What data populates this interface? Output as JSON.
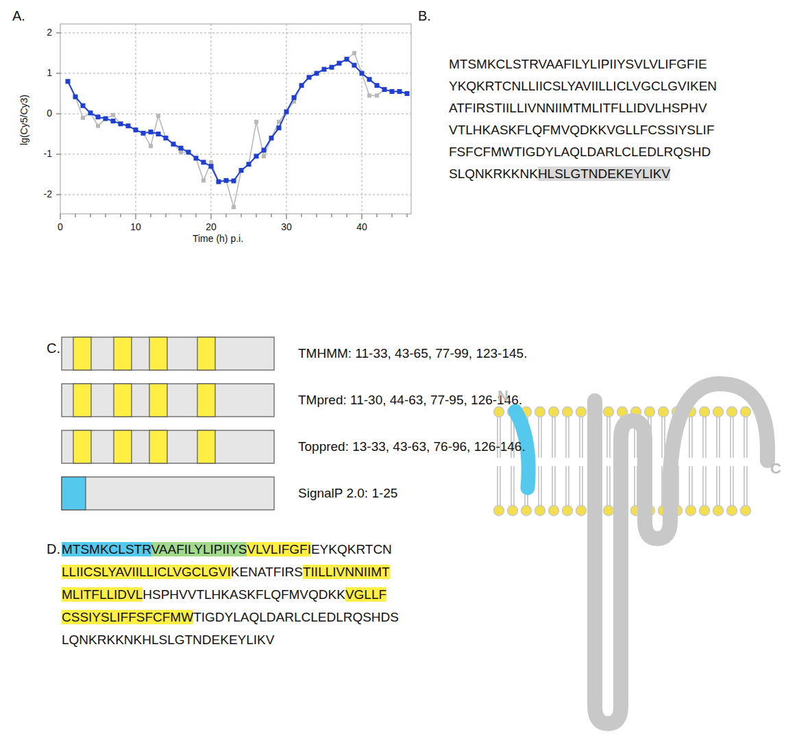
{
  "diagram": {
    "labels": [
      "A.",
      "lg(Cy5/Cy3)",
      "2",
      "1",
      "0",
      "-1",
      "-2",
      "0",
      "10",
      "20",
      "30",
      "40",
      "Time (h) p.i.",
      "B.",
      "MTSMKCLSTRVAAFILYLIPIIYSVLVLIFGFIE",
      "YKQKRTCNLLIICSLYAVIILLICLVGCLGVIKEN",
      "ATFIRSTIILLIVNNIIMTMLITFLLIDVLHSPHV",
      "VTLHKASKFLQFMVQDKKVGLLFCSSIYSLIF",
      "FSFCFMWTIGDYLAQLDARLCLEDLRQSHD",
      "SLQNKRKKNK",
      "HLSLGTNDEKEYLIKV",
      "C.",
      "TMHMM: 11-33, 43-65, 77-99, 123-145.",
      "TMpred: 11-30, 44-63, 77-95, 126-146.",
      "Toppred: 13-33, 43-63, 76-96, 126-146.",
      "SignalP 2.0: 1-25",
      "D.",
      "MTSMKCLSTR",
      "VAAFILYLIPIIYS",
      "VLVLIFGFI",
      "EYKQKRTCN",
      "LLIICSLYAVIILLICLVGCLGVI",
      "KENATFIRS",
      "TIILLIVNNIIMT",
      "MLITFLLIDVL",
      "HSPHVVTLHKASKFLQFMVQDKK",
      "VGLLF",
      "CSSIYSLIFFSFCFMW",
      "TIGDYLAQLDARLCLEDLRQSHDS",
      "LQNKRKKNKHLSLGTNDEKEYLIKV",
      "N",
      "C"
    ]
  }
}
